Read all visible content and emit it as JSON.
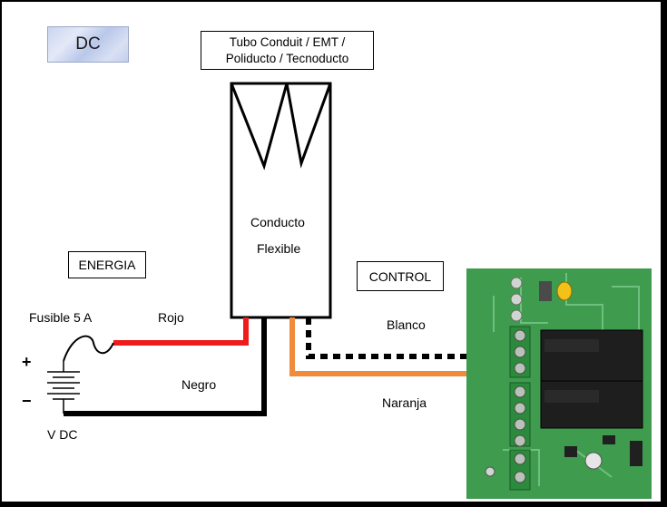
{
  "labels": {
    "dc": "DC",
    "conduit_line1": "Tubo Conduit / EMT /",
    "conduit_line2": "Poliducto / Tecnoducto",
    "flexible_line1": "Conducto",
    "flexible_line2": "Flexible",
    "energia": "ENERGIA",
    "control": "CONTROL",
    "fuse": "Fusible 5 A",
    "red_wire": "Rojo",
    "white_wire": "Blanco",
    "black_wire": "Negro",
    "orange_wire": "Naranja",
    "plus": "+",
    "minus": "−",
    "vdc": "V DC"
  },
  "colors": {
    "red_wire": "#ee1c1c",
    "black_wire": "#000000",
    "orange_wire": "#f08a3c",
    "board_green": "#3f9b4e",
    "relay_black": "#1e1e1e"
  }
}
